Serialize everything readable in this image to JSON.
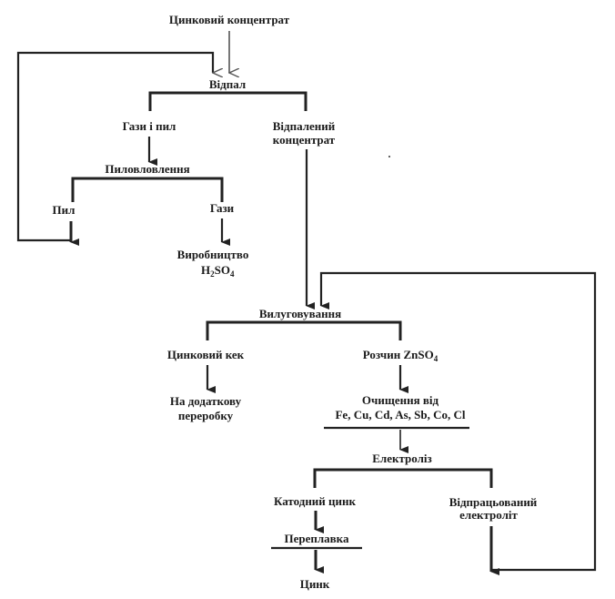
{
  "nodes": {
    "zinc_concentrate": "Цинковий концентрат",
    "roasting": "Відпал",
    "gases_and_dust": "Гази і пил",
    "roasted_concentrate_1": "Відпалений",
    "roasted_concentrate_2": "концентрат",
    "dust_collection": "Пиловловлення",
    "dust": "Пил",
    "gases": "Гази",
    "h2so4_production": "Виробництво",
    "h2so4_formula_main": "H",
    "h2so4_sub_2": "2",
    "h2so4_formula_mid": "SO",
    "h2so4_sub_4": "4",
    "leaching": "Вилуговування",
    "zinc_cake": "Цинковий кек",
    "znso4_solution": "Розчин ZnSO",
    "znso4_sub_4": "4",
    "further_processing_1": "На додаткову",
    "further_processing_2": "переробку",
    "purification_1": "Очищення від",
    "purification_2": "Fe, Cu, Cd, As, Sb, Co, Cl",
    "electrolysis": "Електроліз",
    "cathode_zinc": "Катодний цинк",
    "spent_electrolyte_1": "Відпрацьований",
    "spent_electrolyte_2": "електроліт",
    "remelting": "Переплавка",
    "zinc": "Цинк"
  }
}
